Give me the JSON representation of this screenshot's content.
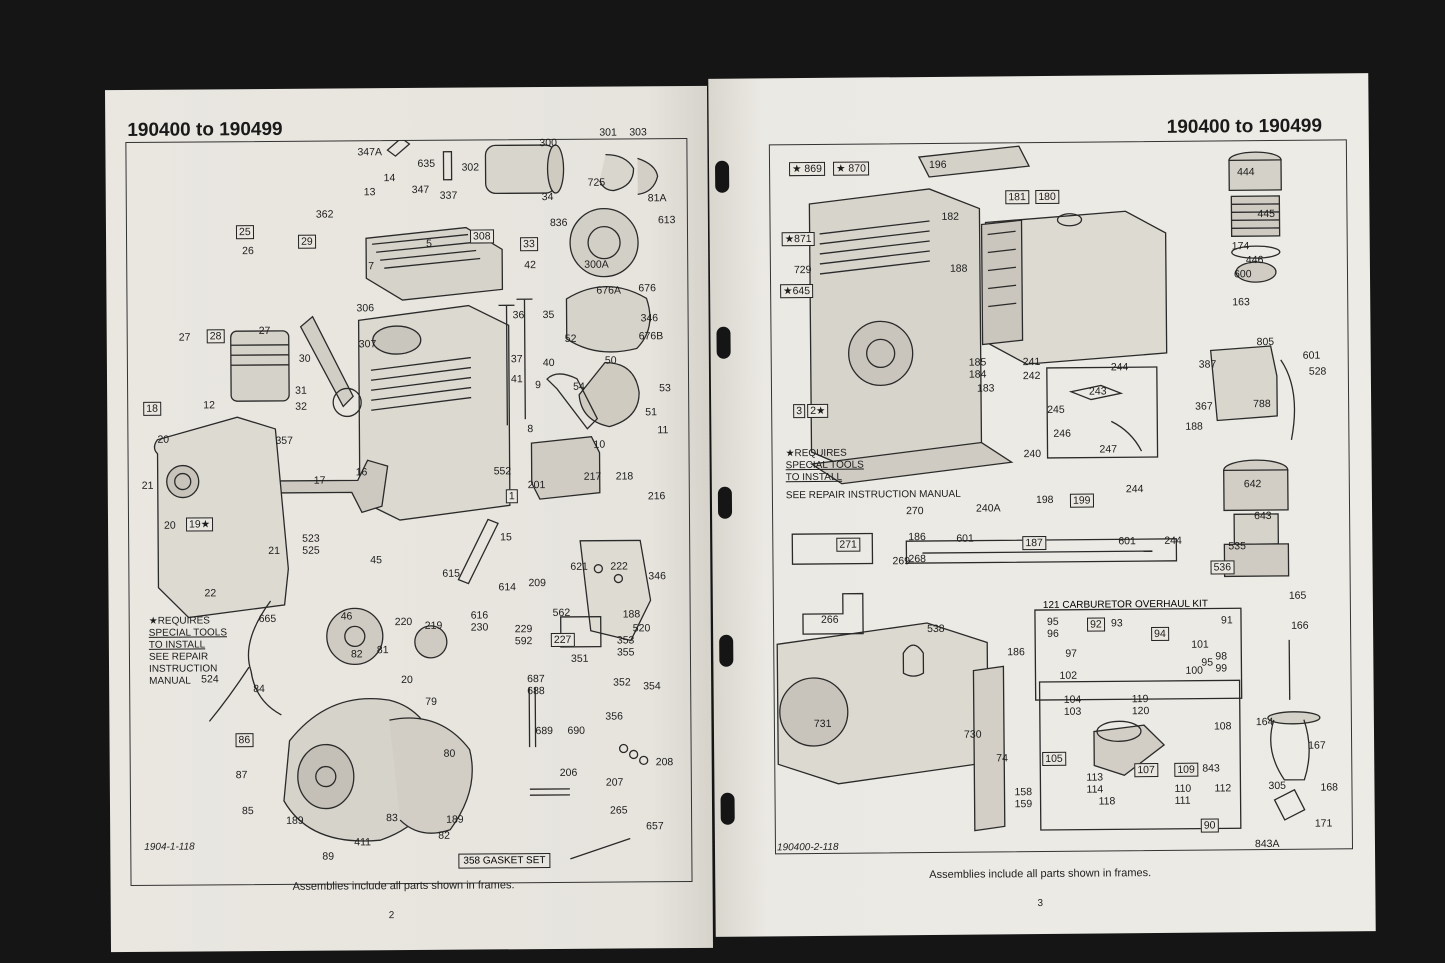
{
  "left_page": {
    "header": "190400 to 190499",
    "page_number": "2",
    "footer_caption": "Assemblies include all parts shown in frames.",
    "drawing_code": "1904-1-118",
    "gasket_set": "358 GASKET SET",
    "note": {
      "line1": "★REQUIRES",
      "line2": "SPECIAL TOOLS",
      "line3": "TO INSTALL",
      "line4": "SEE REPAIR",
      "line5": "INSTRUCTION",
      "line6": "MANUAL"
    },
    "labels": {
      "l347A": "347A",
      "l635": "635",
      "l302": "302",
      "l300": "300",
      "l301": "301",
      "l303": "303",
      "l14": "14",
      "l13": "13",
      "l347": "347",
      "l337": "337",
      "l362": "362",
      "l34": "34",
      "l725": "725",
      "l81A": "81A",
      "l836": "836",
      "l613": "613",
      "l25": "25",
      "l26": "26",
      "l29": "29",
      "l5": "5",
      "l308": "308",
      "l33": "33",
      "l42": "42",
      "l7": "7",
      "l300A": "300A",
      "l676": "676",
      "l676A": "676A",
      "l346": "346",
      "l676B": "676B",
      "l306": "306",
      "l27a": "27",
      "l28": "28",
      "l27b": "27",
      "l307": "307",
      "l30": "30",
      "l36": "36",
      "l35": "35",
      "l52": "52",
      "l37": "37",
      "l40": "40",
      "l50": "50",
      "l41": "41",
      "l54": "54",
      "l53": "53",
      "l31": "31",
      "l32": "32",
      "l9": "9",
      "l18": "18",
      "l12": "12",
      "l8": "8",
      "l51": "51",
      "l11": "11",
      "l10": "10",
      "l20": "20",
      "l357": "357",
      "l16": "16",
      "l17": "17",
      "l21": "21",
      "l552": "552",
      "l1": "1",
      "l201": "201",
      "l217": "217",
      "l218": "218",
      "l216": "216",
      "l20b": "20",
      "l19": "19★",
      "l523": "523",
      "l525": "525",
      "l21b": "21",
      "l15": "15",
      "l45": "45",
      "l621": "621",
      "l222": "222",
      "l346b": "346",
      "l22": "22",
      "l209": "209",
      "l615": "615",
      "l614": "614",
      "l616": "616",
      "l230": "230",
      "l229": "229",
      "l592": "592",
      "l562": "562",
      "l227": "227",
      "l188": "188",
      "l46": "46",
      "l220": "220",
      "l219": "219",
      "l665": "665",
      "l520": "520",
      "l353": "353",
      "l355": "355",
      "l351": "351",
      "l352": "352",
      "l354": "354",
      "l82": "82",
      "l81": "81",
      "l524": "524",
      "l84": "84",
      "l20c": "20",
      "l79": "79",
      "l687": "687",
      "l688": "688",
      "l356": "356",
      "l86": "86",
      "l689": "689",
      "l690": "690",
      "l80": "80",
      "l87": "87",
      "l208": "208",
      "l206": "206",
      "l207": "207",
      "l85": "85",
      "l189": "189",
      "l83": "83",
      "l189b": "189",
      "l82b": "82",
      "l265": "265",
      "l657": "657",
      "l411": "411",
      "l89": "89"
    }
  },
  "right_page": {
    "header": "190400 to 190499",
    "page_number": "3",
    "footer_caption": "Assemblies include all parts shown in frames.",
    "drawing_code": "190400-2-118",
    "note": {
      "line1": "★REQUIRES",
      "line2": "SPECIAL TOOLS",
      "line3": "TO INSTALL",
      "line4": "SEE REPAIR INSTRUCTION MANUAL"
    },
    "kit_title": "121 CARBURETOR OVERHAUL KIT",
    "labels": {
      "r869": "★ 869",
      "r870": "★ 870",
      "r196": "196",
      "r444": "444",
      "r181": "181",
      "r180": "180",
      "r182": "182",
      "r871": "★871",
      "r729": "729",
      "r188": "188",
      "r445": "445",
      "r174": "174",
      "r446": "446",
      "r600": "600",
      "r645": "★645",
      "r163": "163",
      "r805": "805",
      "r185": "185",
      "r184": "184",
      "r183": "183",
      "r241": "241",
      "r242": "242",
      "r244": "244",
      "r243": "243",
      "r387": "387",
      "r601": "601",
      "r528": "528",
      "r3": "3",
      "r2": "2★",
      "r245": "245",
      "r246": "246",
      "r247": "247",
      "r240": "240",
      "r367": "367",
      "r788": "788",
      "r188b": "188",
      "r642": "642",
      "r240A": "240A",
      "r198": "198",
      "r199": "199",
      "r244b": "244",
      "r643": "643",
      "r270": "270",
      "r271": "271",
      "r186": "186",
      "r601b": "601",
      "r187": "187",
      "r601c": "601",
      "r244c": "244",
      "r269": "269",
      "r268": "268",
      "r535": "535",
      "r536": "536",
      "r266": "266",
      "r165": "165",
      "r538": "538",
      "r166": "166",
      "r91": "91",
      "r95": "95",
      "r96": "96",
      "r92": "92",
      "r93": "93",
      "r94": "94",
      "r186b": "186",
      "r101": "101",
      "r97": "97",
      "r98": "98",
      "r99": "99",
      "r102": "102",
      "r100": "100",
      "r95b": "95",
      "r104": "104",
      "r103": "103",
      "r119": "119",
      "r120": "120",
      "r731": "731",
      "r730": "730",
      "r164": "164",
      "r108": "108",
      "r167": "167",
      "r74": "74",
      "r105": "105",
      "r109": "109",
      "r843": "843",
      "r107": "107",
      "r113": "113",
      "r114": "114",
      "r118": "118",
      "r110": "110",
      "r112": "112",
      "r111": "111",
      "r158": "158",
      "r159": "159",
      "r305": "305",
      "r168": "168",
      "r90": "90",
      "r171": "171",
      "r843A": "843A"
    }
  }
}
